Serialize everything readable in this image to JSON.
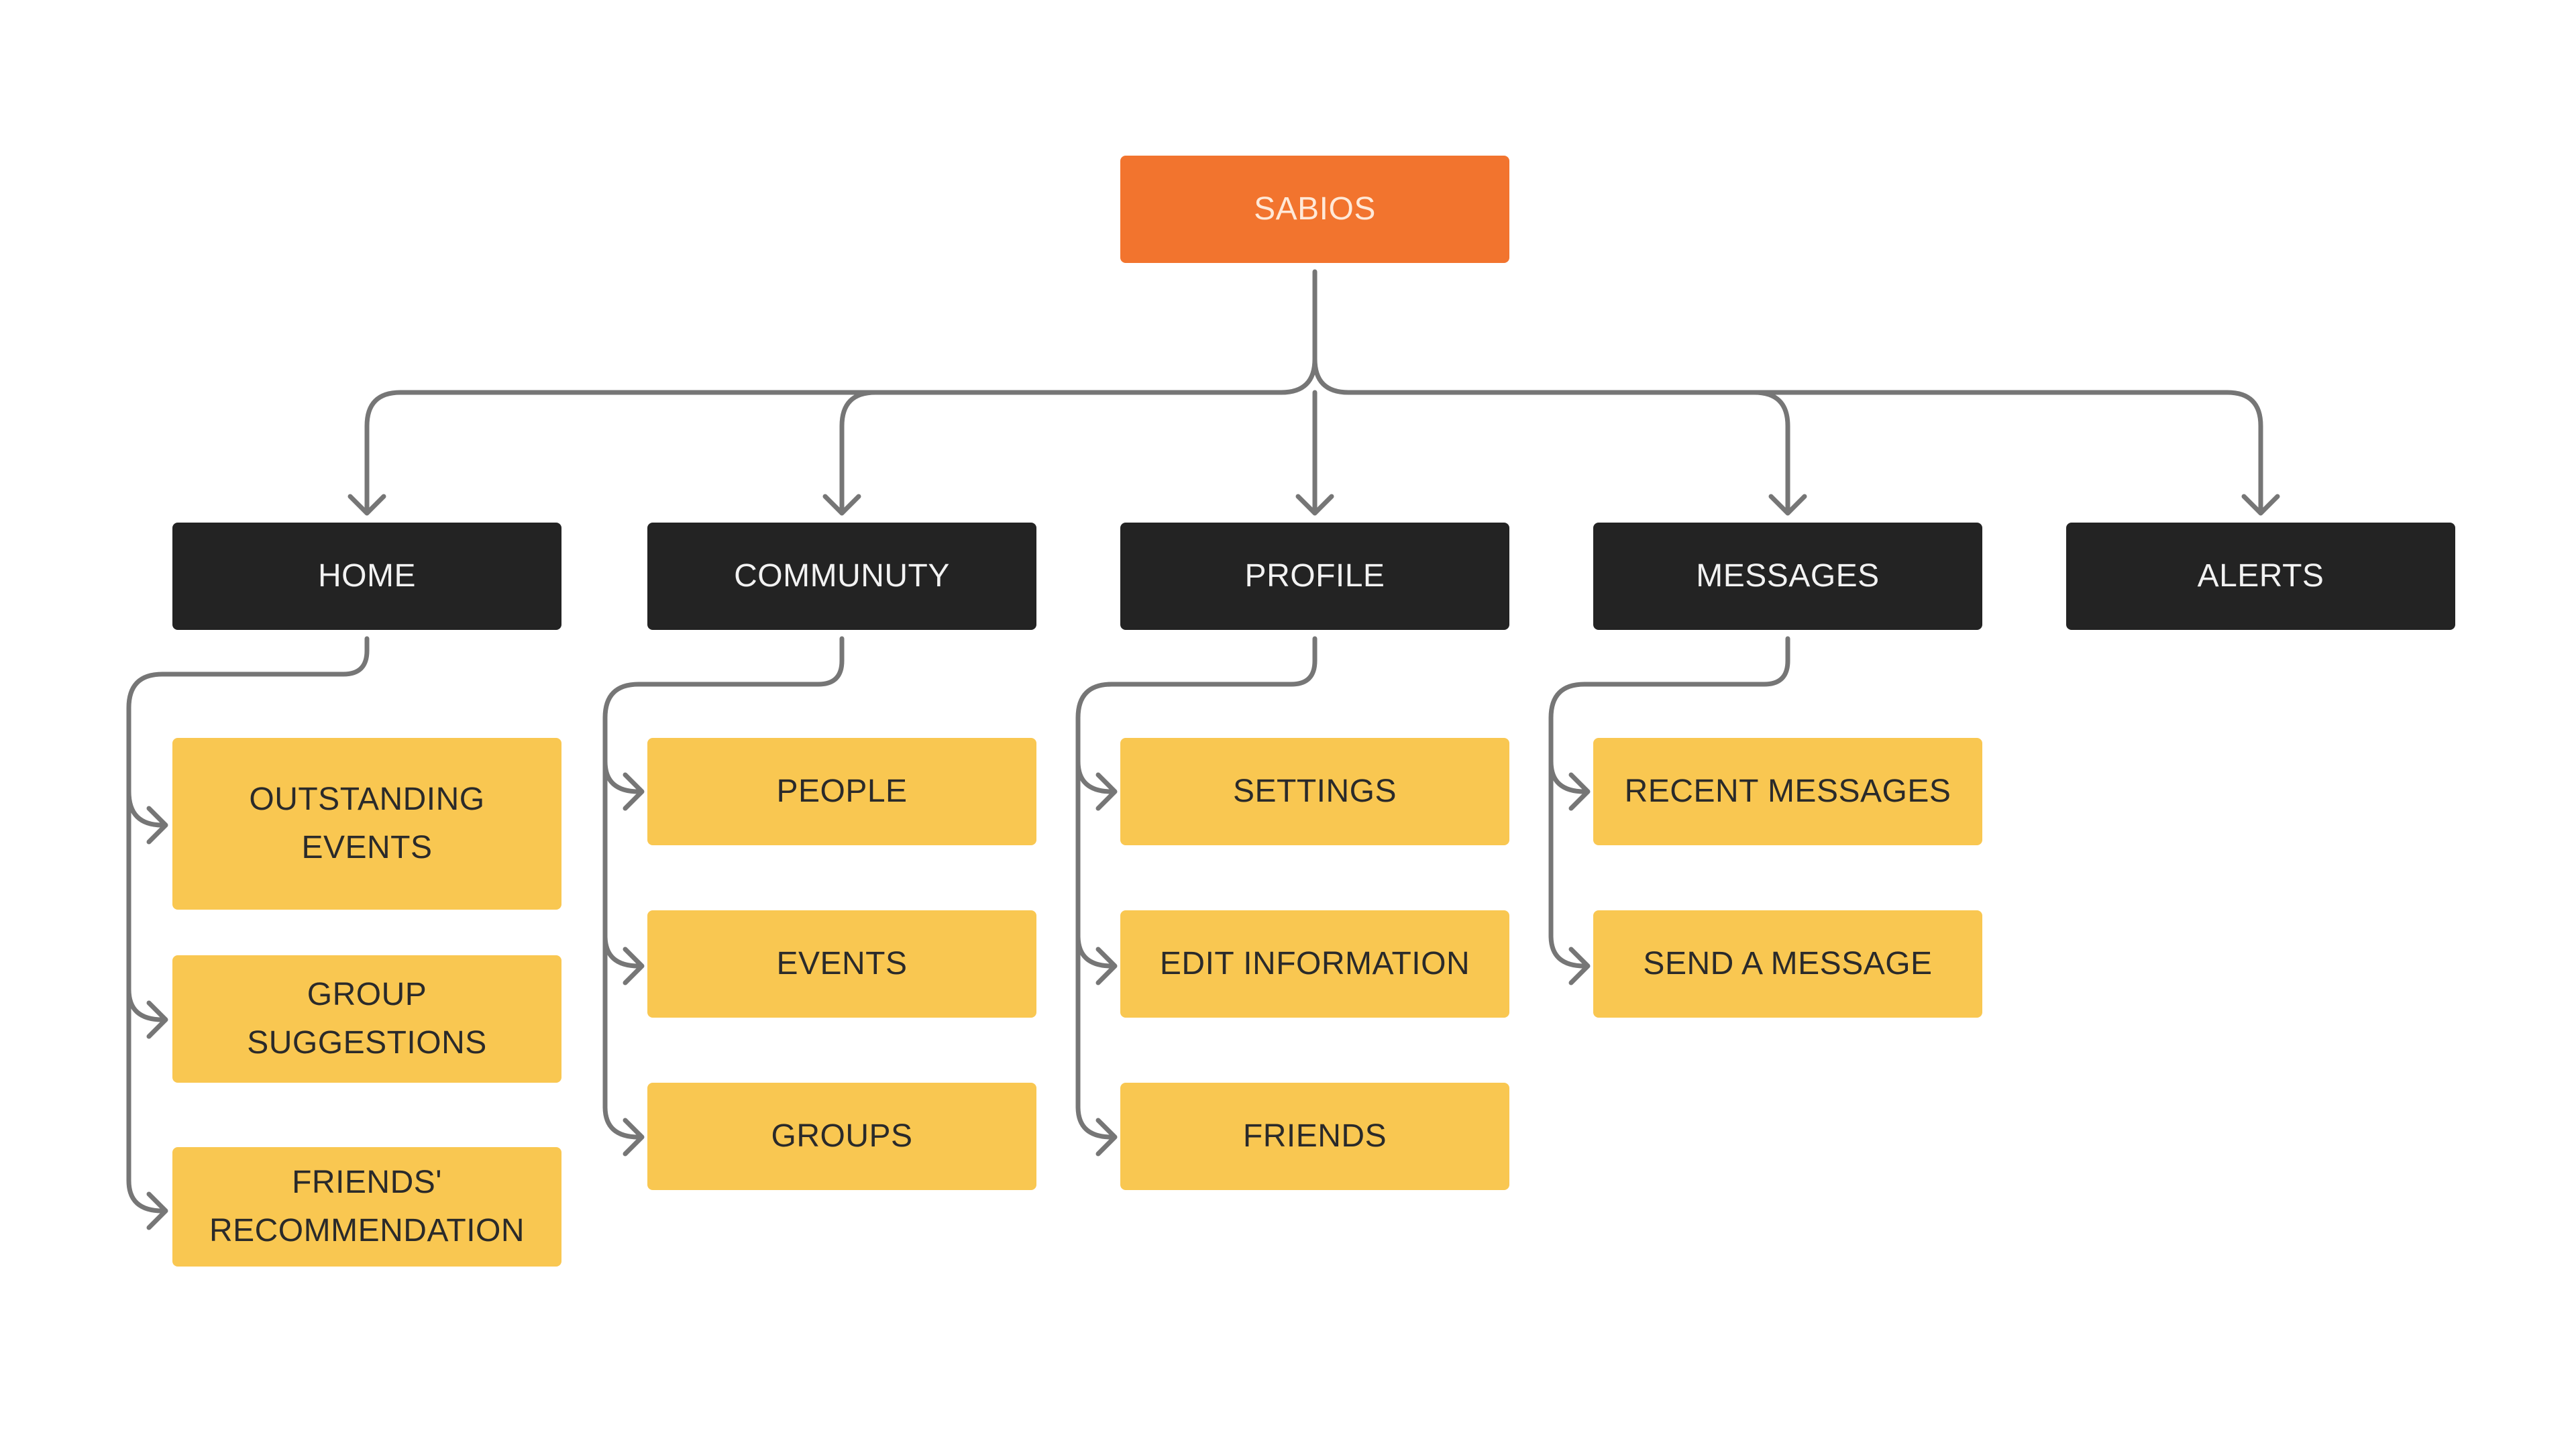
{
  "diagram": {
    "root": {
      "label": "SABIOS"
    },
    "sections": [
      {
        "label": "HOME",
        "children": [
          "OUTSTANDING EVENTS",
          "GROUP SUGGESTIONS",
          "FRIENDS' RECOMMENDATION"
        ]
      },
      {
        "label": "COMMUNUTY",
        "children": [
          "PEOPLE",
          "EVENTS",
          "GROUPS"
        ]
      },
      {
        "label": "PROFILE",
        "children": [
          "SETTINGS",
          "EDIT INFORMATION",
          "FRIENDS"
        ]
      },
      {
        "label": "MESSAGES",
        "children": [
          "RECENT MESSAGES",
          "SEND A MESSAGE"
        ]
      },
      {
        "label": "ALERTS",
        "children": []
      }
    ]
  },
  "colors": {
    "root": "#f2742e",
    "section": "#232323",
    "page": "#f9c751",
    "connector": "#767676"
  }
}
